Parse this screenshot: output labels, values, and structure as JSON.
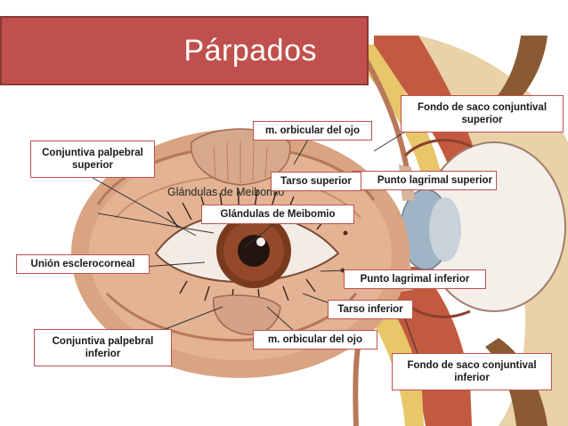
{
  "title": "Párpados",
  "overlay_text": "Glándulas de Meibomio",
  "labels": {
    "fondo_superior": "Fondo de saco conjuntival superior",
    "orbicular_superior": "m. orbicular del ojo",
    "conjuntiva_superior": "Conjuntiva palpebral superior",
    "tarso_superior": "Tarso superior",
    "punto_superior": "Punto lagrimal superior",
    "meibomio": "Glándulas de Meibomio",
    "union": "Unión esclerocorneal",
    "punto_inferior": "Punto lagrimal inferior",
    "tarso_inferior": "Tarso inferior",
    "conjuntiva_inferior": "Conjuntiva palpebral inferior",
    "orbicular_inferior": "m. orbicular del ojo",
    "fondo_inferior": "Fondo de saco conjuntival inferior"
  },
  "colors": {
    "title_bg": "#c0504d",
    "label_border": "#c0504d",
    "iris": "#7a3a1e",
    "skin": "#d9a482",
    "muscle": "#b5533a",
    "fat": "#e8c66a"
  }
}
